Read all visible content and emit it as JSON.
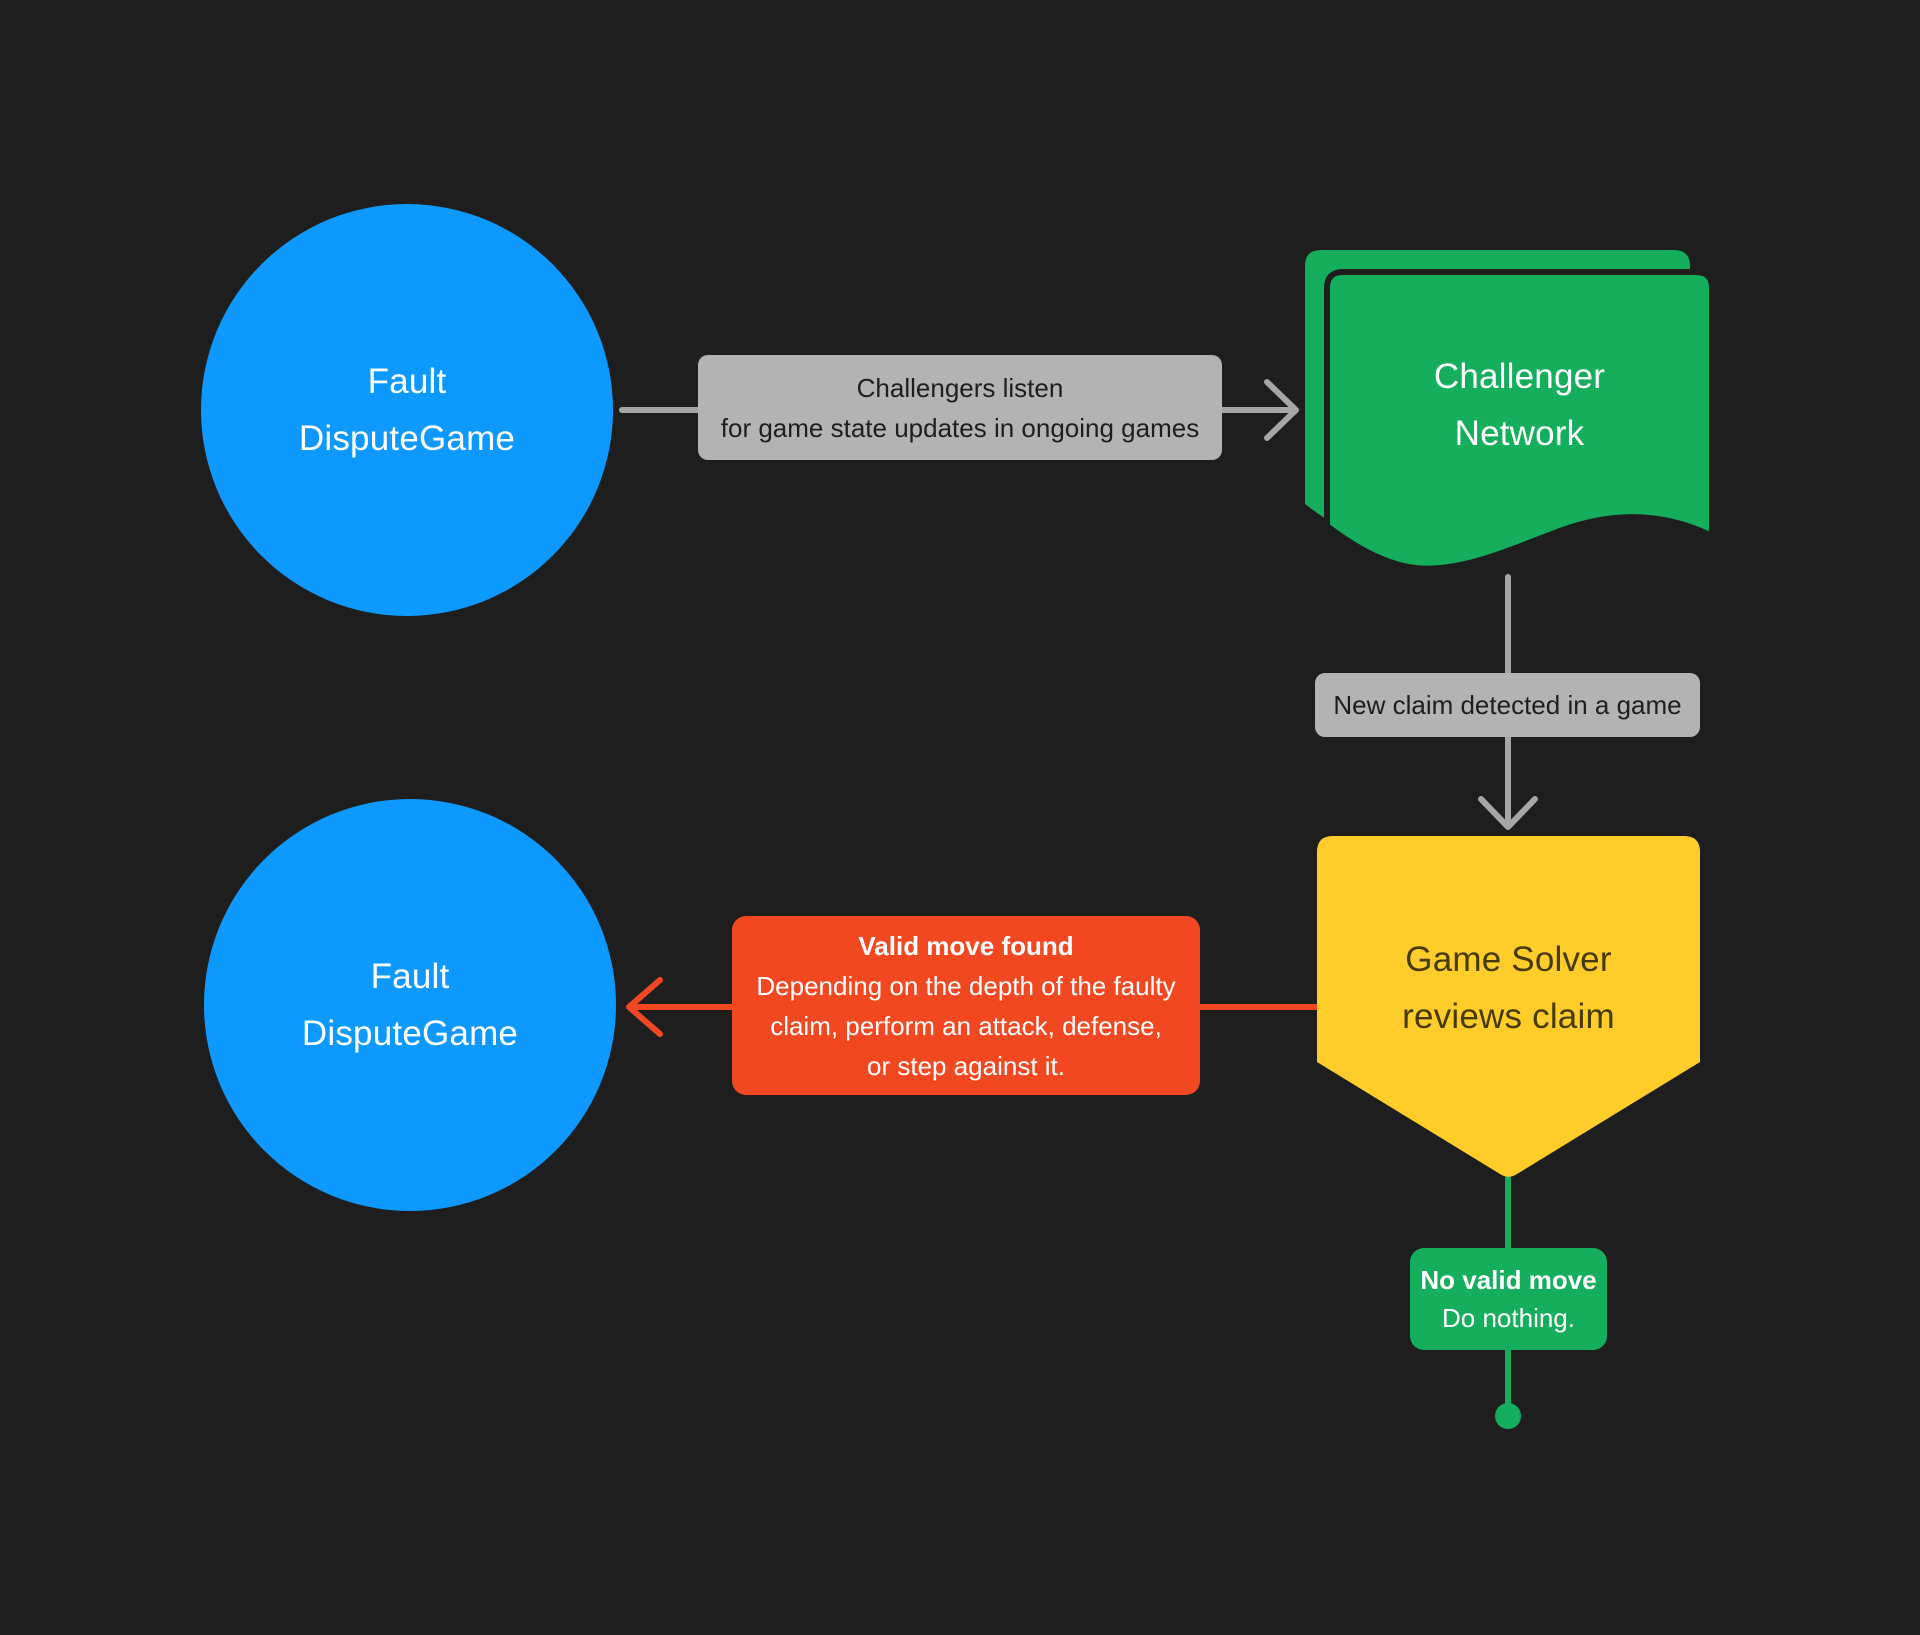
{
  "diagram": {
    "nodes": {
      "fault_top": {
        "line1": "Fault",
        "line2": "DisputeGame"
      },
      "challenger": {
        "line1": "Challenger",
        "line2": "Network"
      },
      "solver": {
        "line1": "Game Solver",
        "line2": "reviews claim"
      },
      "fault_bottom": {
        "line1": "Fault",
        "line2": "DisputeGame"
      }
    },
    "labels": {
      "listen": {
        "line1": "Challengers listen",
        "line2": "for game state updates in ongoing games"
      },
      "new_claim": {
        "text": "New claim detected in a game"
      },
      "valid_move": {
        "title": "Valid move found",
        "line1": "Depending on the depth of the faulty",
        "line2": "claim, perform an attack, defense,",
        "line3": "or step against it."
      },
      "no_valid_move": {
        "title": "No valid move",
        "line1": "Do nothing."
      }
    },
    "colors": {
      "background": "#1E1E1E",
      "node_blue": "#0D99FF",
      "node_green": "#14AE5C",
      "node_yellow": "#FFCD29",
      "accent_red": "#F24822",
      "label_gray": "#B3B3B3",
      "connector_gray": "#A6A6A6"
    }
  }
}
